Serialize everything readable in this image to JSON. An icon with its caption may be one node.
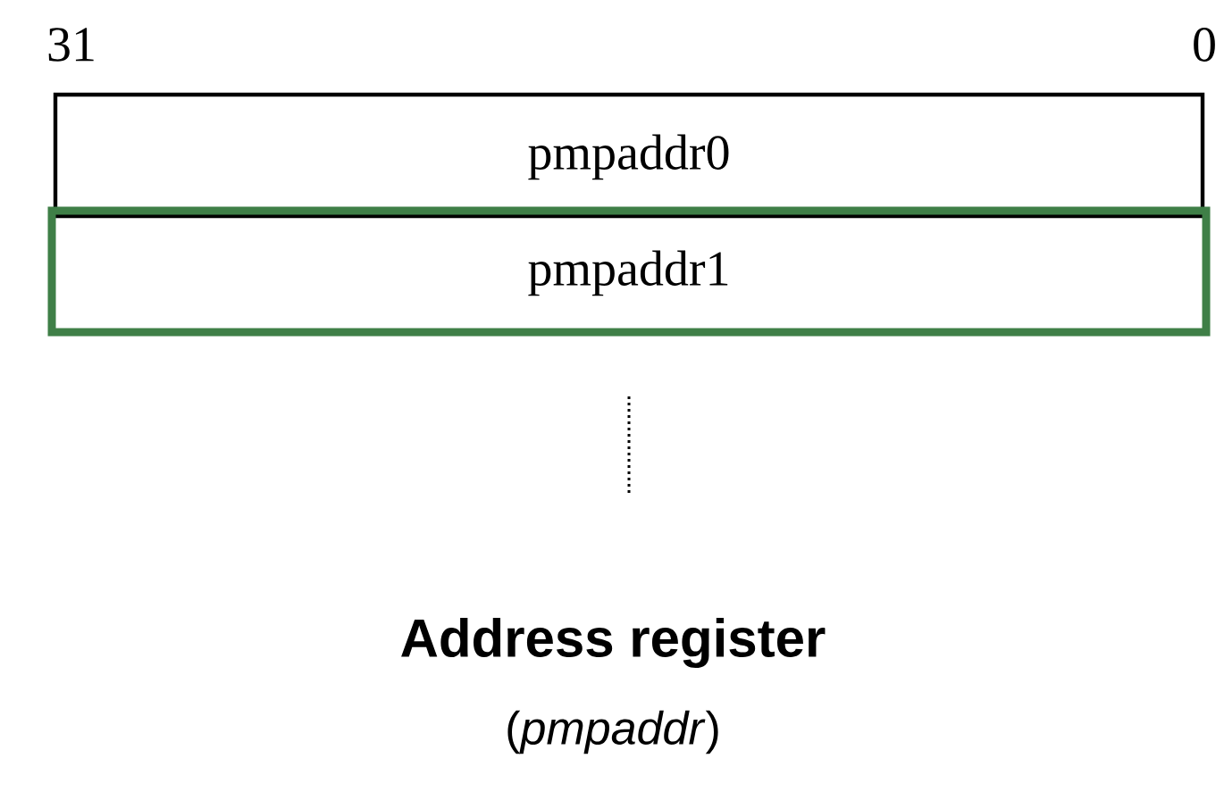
{
  "diagram": {
    "nodes": [
      {
        "text": [
          "pmpaddr0"
        ]
      },
      {
        "text": [
          "pmpaddr1"
        ]
      }
    ],
    "labels": [
      "31",
      "0",
      "Address register",
      "(*pmpaddr*)"
    ]
  }
}
